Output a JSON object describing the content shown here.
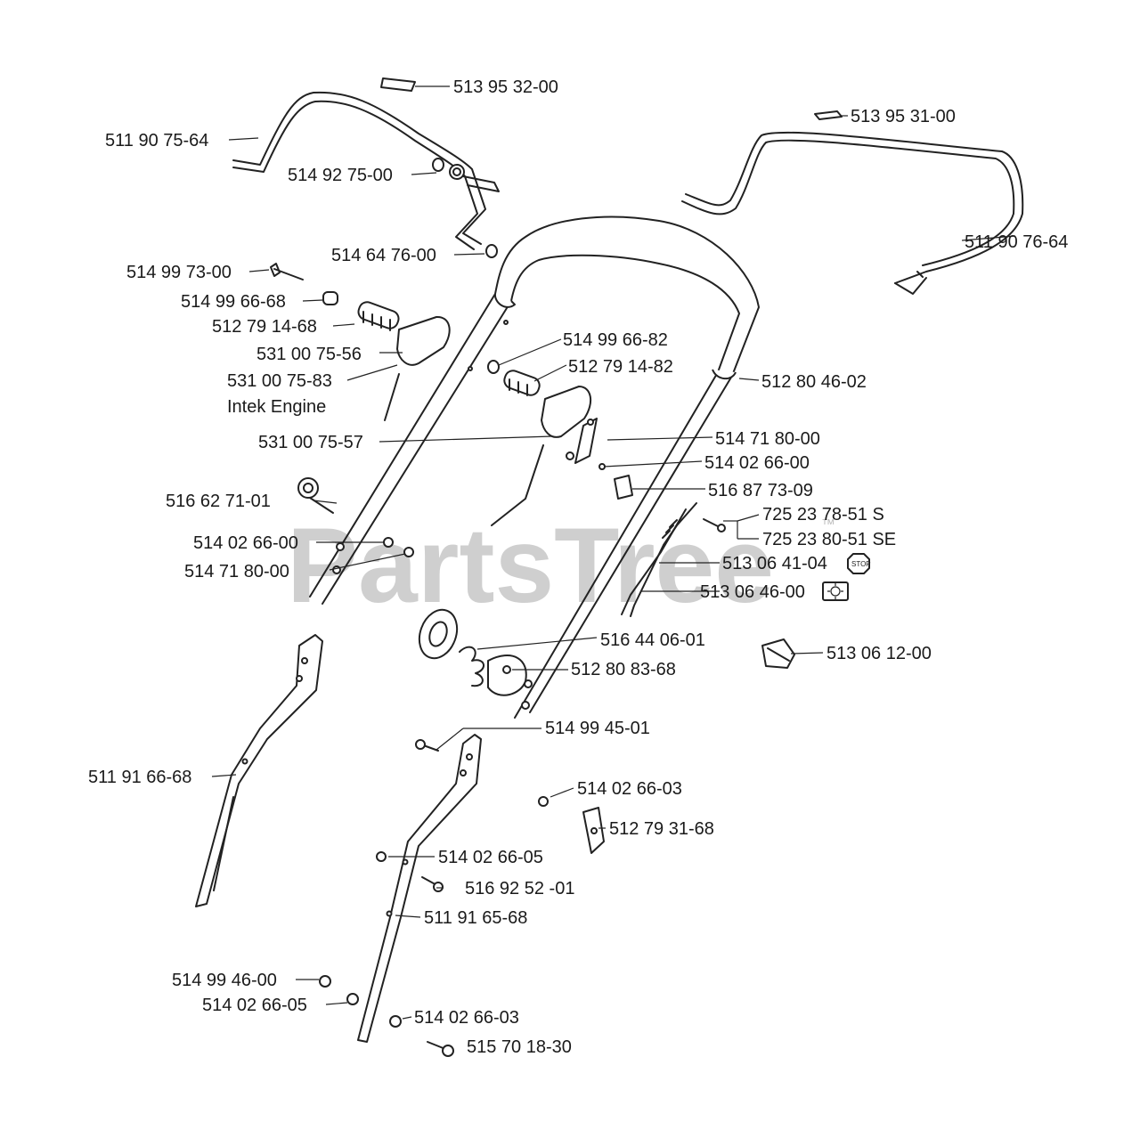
{
  "watermark": {
    "text": "PartsTree",
    "mark": "™"
  },
  "labels": {
    "p513953200": "513 95 32-00",
    "p511907564": "511 90 75-64",
    "p514927500": "514 92 75-00",
    "p513953100": "513 95 31-00",
    "p511907664": "511 90 76-64",
    "p514647600": "514 64 76-00",
    "p514997300": "514 99 73-00",
    "p514996668": "514 99 66-68",
    "p512791468": "512 79 14-68",
    "p531007556": "531 00 75-56",
    "p531007583": "531 00 75-83",
    "intek": "Intek Engine",
    "p514996682": "514 99 66-82",
    "p512791482": "512 79 14-82",
    "p512804602": "512 80 46-02",
    "p531007557": "531 00 75-57",
    "p514718000a": "514 71 80-00",
    "p514026600a": "514 02 66-00",
    "p516877309": "516 87 73-09",
    "p516627101": "516 62 71-01",
    "p725237851": "725 23 78-51 S",
    "p725238051": "725 23 80-51 SE",
    "p514026600b": "514 02 66-00",
    "p514718000b": "514 71 80-00",
    "p513064104": "513 06 41-04",
    "p513064600": "513 06 46-00",
    "p516440601": "516 44 06-01",
    "p513061200": "513 06 12-00",
    "p512808368": "512 80 83-68",
    "p514994501": "514 99 45-01",
    "p511916668": "511 91 66-68",
    "p514026603a": "514 02 66-03",
    "p512793168": "512 79 31-68",
    "p514026605a": "514 02 66-05",
    "p516925201": "516 92 52 -01",
    "p511916568": "511 91 65-68",
    "p514994600": "514 99 46-00",
    "p514026605b": "514 02 66-05",
    "p514026603b": "514 02 66-03",
    "p515701830": "515 70 18-30"
  },
  "icons": {
    "stop": "STOP"
  }
}
